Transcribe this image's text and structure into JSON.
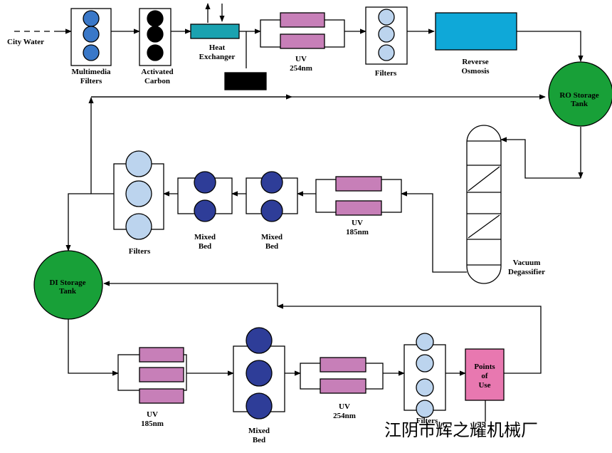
{
  "inlet_label": "City Water",
  "stages": {
    "multimedia": "Multimedia|Filters",
    "carbon": "Activated|Carbon",
    "heat_exchanger": "Heat|Exchanger",
    "uv_top": "UV|254nm",
    "filters_top": "Filters",
    "ro": "Reverse|Osmosis",
    "ro_tank": "RO Storage|Tank",
    "vacuum": "Vacuum|Degassifier",
    "uv_mid": "UV|185nm",
    "mixed1": "Mixed|Bed",
    "mixed2": "Mixed|Bed",
    "filters_mid": "Filters",
    "di_tank": "DI Storage|Tank",
    "uv_bot1": "UV|185nm",
    "mixed3": "Mixed|Bed",
    "uv_bot2": "UV|254nm",
    "filters_bot": "Filters",
    "points_of_use": "Points|of|Use"
  },
  "watermark": "江阴市辉之耀机械厂",
  "colors": {
    "light_blue": "#bcd4ee",
    "mid_blue": "#3a78c8",
    "dark_blue": "#2e3d98",
    "black": "#000000",
    "uv_pink": "#c77fb8",
    "teal": "#1aa2b0",
    "ro_blue": "#0fa8d8",
    "tank_green": "#18a038",
    "pou_pink": "#e878b0"
  }
}
